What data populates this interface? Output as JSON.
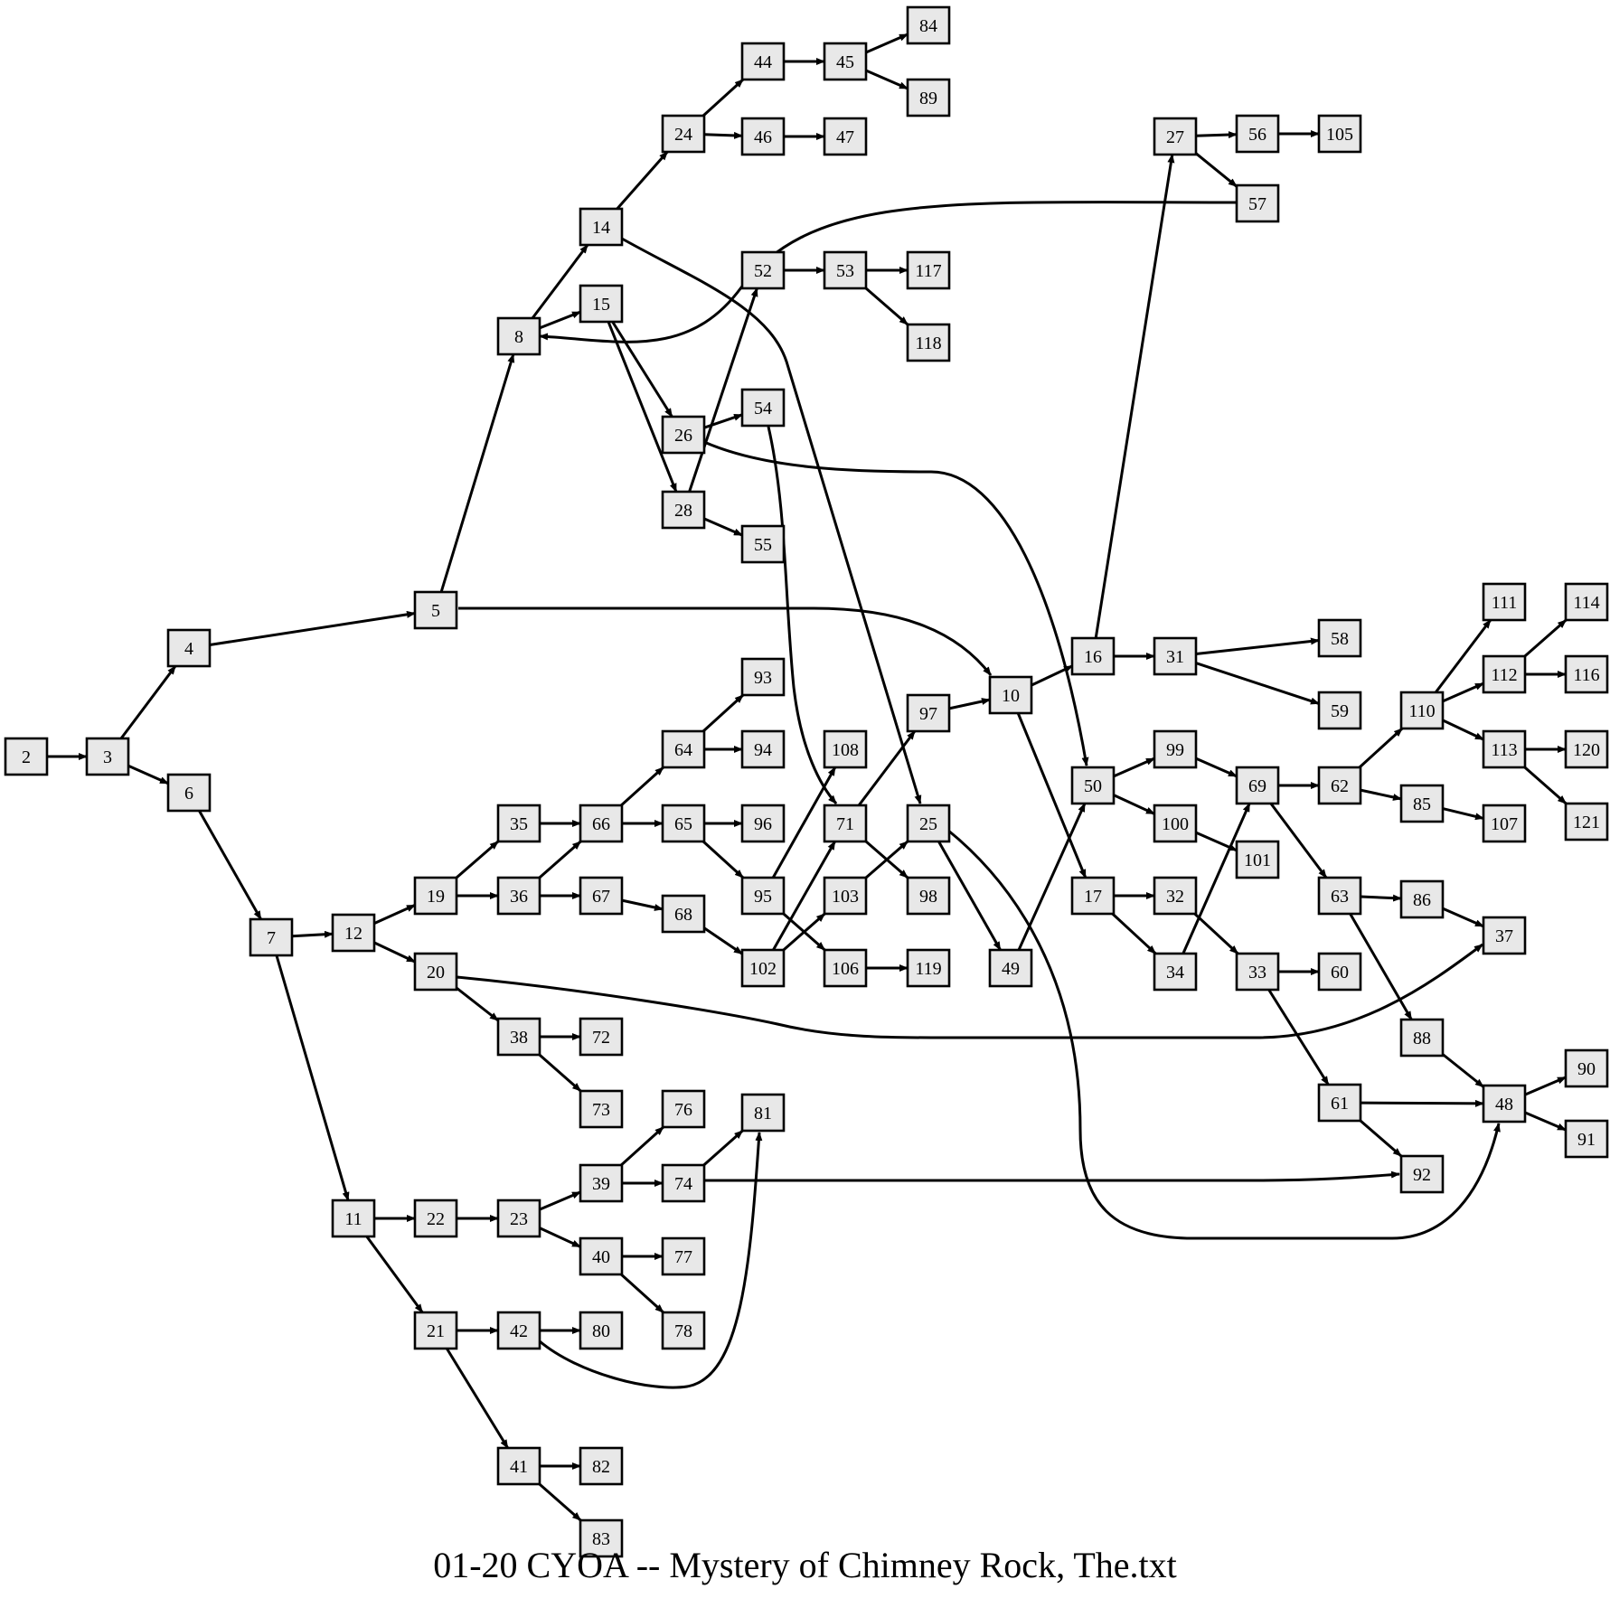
{
  "title": "01-20 CYOA -- Mystery of Chimney Rock, The.txt",
  "nodes": [
    "2",
    "3",
    "4",
    "5",
    "6",
    "7",
    "8",
    "10",
    "11",
    "12",
    "14",
    "15",
    "16",
    "17",
    "19",
    "20",
    "21",
    "22",
    "23",
    "24",
    "25",
    "26",
    "27",
    "28",
    "31",
    "32",
    "33",
    "34",
    "35",
    "36",
    "37",
    "38",
    "39",
    "40",
    "41",
    "42",
    "44",
    "45",
    "46",
    "47",
    "48",
    "49",
    "50",
    "52",
    "53",
    "54",
    "55",
    "56",
    "57",
    "58",
    "59",
    "60",
    "61",
    "62",
    "63",
    "64",
    "65",
    "66",
    "67",
    "68",
    "69",
    "71",
    "72",
    "73",
    "74",
    "76",
    "77",
    "78",
    "80",
    "81",
    "82",
    "83",
    "84",
    "85",
    "86",
    "88",
    "89",
    "90",
    "91",
    "92",
    "93",
    "94",
    "95",
    "96",
    "97",
    "98",
    "99",
    "100",
    "101",
    "102",
    "103",
    "105",
    "106",
    "107",
    "108",
    "110",
    "111",
    "112",
    "113",
    "114",
    "116",
    "117",
    "118",
    "119",
    "120",
    "121"
  ],
  "edges": [
    [
      "2",
      "3"
    ],
    [
      "3",
      "4"
    ],
    [
      "3",
      "6"
    ],
    [
      "4",
      "5"
    ],
    [
      "5",
      "8"
    ],
    [
      "5",
      "10"
    ],
    [
      "6",
      "7"
    ],
    [
      "7",
      "12"
    ],
    [
      "7",
      "11"
    ],
    [
      "8",
      "14"
    ],
    [
      "8",
      "15"
    ],
    [
      "14",
      "24"
    ],
    [
      "14",
      "25"
    ],
    [
      "24",
      "44"
    ],
    [
      "24",
      "46"
    ],
    [
      "44",
      "45"
    ],
    [
      "45",
      "84"
    ],
    [
      "45",
      "89"
    ],
    [
      "46",
      "47"
    ],
    [
      "15",
      "26"
    ],
    [
      "15",
      "28"
    ],
    [
      "26",
      "54"
    ],
    [
      "26",
      "50"
    ],
    [
      "28",
      "52"
    ],
    [
      "28",
      "55"
    ],
    [
      "52",
      "53"
    ],
    [
      "53",
      "117"
    ],
    [
      "53",
      "118"
    ],
    [
      "54",
      "71"
    ],
    [
      "10",
      "16"
    ],
    [
      "10",
      "17"
    ],
    [
      "16",
      "27"
    ],
    [
      "16",
      "31"
    ],
    [
      "27",
      "56"
    ],
    [
      "27",
      "57"
    ],
    [
      "56",
      "105"
    ],
    [
      "57",
      "8"
    ],
    [
      "31",
      "58"
    ],
    [
      "31",
      "59"
    ],
    [
      "12",
      "19"
    ],
    [
      "12",
      "20"
    ],
    [
      "19",
      "35"
    ],
    [
      "19",
      "36"
    ],
    [
      "35",
      "66"
    ],
    [
      "36",
      "66"
    ],
    [
      "36",
      "67"
    ],
    [
      "66",
      "64"
    ],
    [
      "66",
      "65"
    ],
    [
      "64",
      "93"
    ],
    [
      "64",
      "94"
    ],
    [
      "65",
      "96"
    ],
    [
      "65",
      "95"
    ],
    [
      "95",
      "108"
    ],
    [
      "95",
      "106"
    ],
    [
      "106",
      "119"
    ],
    [
      "67",
      "68"
    ],
    [
      "68",
      "102"
    ],
    [
      "102",
      "71"
    ],
    [
      "102",
      "103"
    ],
    [
      "103",
      "25"
    ],
    [
      "71",
      "97"
    ],
    [
      "71",
      "98"
    ],
    [
      "97",
      "10"
    ],
    [
      "25",
      "49"
    ],
    [
      "25",
      "48"
    ],
    [
      "49",
      "50"
    ],
    [
      "50",
      "99"
    ],
    [
      "50",
      "100"
    ],
    [
      "99",
      "69"
    ],
    [
      "100",
      "101"
    ],
    [
      "17",
      "32"
    ],
    [
      "17",
      "34"
    ],
    [
      "34",
      "69"
    ],
    [
      "32",
      "33"
    ],
    [
      "33",
      "60"
    ],
    [
      "33",
      "61"
    ],
    [
      "61",
      "48"
    ],
    [
      "61",
      "92"
    ],
    [
      "69",
      "62"
    ],
    [
      "69",
      "63"
    ],
    [
      "62",
      "110"
    ],
    [
      "62",
      "85"
    ],
    [
      "85",
      "107"
    ],
    [
      "110",
      "111"
    ],
    [
      "110",
      "112"
    ],
    [
      "110",
      "113"
    ],
    [
      "112",
      "114"
    ],
    [
      "112",
      "116"
    ],
    [
      "113",
      "120"
    ],
    [
      "113",
      "121"
    ],
    [
      "63",
      "86"
    ],
    [
      "63",
      "88"
    ],
    [
      "86",
      "37"
    ],
    [
      "88",
      "48"
    ],
    [
      "48",
      "90"
    ],
    [
      "48",
      "91"
    ],
    [
      "20",
      "38"
    ],
    [
      "20",
      "37"
    ],
    [
      "38",
      "72"
    ],
    [
      "38",
      "73"
    ],
    [
      "11",
      "22"
    ],
    [
      "11",
      "21"
    ],
    [
      "22",
      "23"
    ],
    [
      "23",
      "39"
    ],
    [
      "23",
      "40"
    ],
    [
      "39",
      "76"
    ],
    [
      "39",
      "74"
    ],
    [
      "74",
      "81"
    ],
    [
      "74",
      "92"
    ],
    [
      "40",
      "77"
    ],
    [
      "40",
      "78"
    ],
    [
      "21",
      "42"
    ],
    [
      "21",
      "41"
    ],
    [
      "42",
      "80"
    ],
    [
      "42",
      "81"
    ],
    [
      "41",
      "82"
    ],
    [
      "41",
      "83"
    ]
  ]
}
